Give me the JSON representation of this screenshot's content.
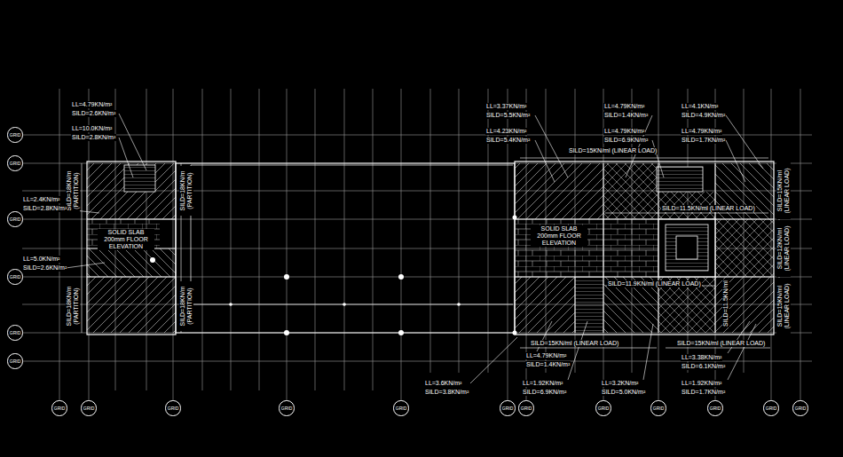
{
  "diagram": {
    "nodes": [
      {
        "text": [
          "GRID"
        ]
      },
      {
        "text": [
          "GRID"
        ]
      },
      {
        "text": [
          "GRID"
        ]
      },
      {
        "text": [
          "GRID"
        ]
      },
      {
        "text": [
          "GRID"
        ]
      },
      {
        "text": [
          "GRID"
        ]
      },
      {
        "text": [
          "GRID"
        ]
      },
      {
        "text": [
          "GRID"
        ]
      },
      {
        "text": [
          "GRID"
        ]
      },
      {
        "text": [
          "GRID"
        ]
      },
      {
        "text": [
          "GRID"
        ]
      },
      {
        "text": [
          "GRID"
        ]
      },
      {
        "text": [
          "GRID"
        ]
      },
      {
        "text": [
          "GRID"
        ]
      },
      {
        "text": [
          "GRID"
        ]
      },
      {
        "text": [
          "GRID"
        ]
      },
      {
        "text": [
          "GRID"
        ]
      },
      {
        "text": [
          "GRID"
        ]
      }
    ],
    "labels": [
      "LL=4.79KN/m²",
      "SILD=2.6KN/m²",
      "LL=10.0KN/m²",
      "SILD=2.8KN/m²",
      "LL=3.37KN/m²",
      "SILD=5.5KN/m²",
      "LL=4.79KN/m²",
      "SILD=1.4KN/m²",
      "LL=4.1KN/m²",
      "SILD=4.9KN/m²",
      "LL=4.23KN/m²",
      "SILD=5.4KN/m²",
      "LL=4.79KN/m²",
      "SILD=6.9KN/m²",
      "LL=4.79KN/m²",
      "SILD=1.7KN/m²",
      "SILD=15KN/ml (LINEAR LOAD)",
      "SILD=18KN/m (PARTITION)",
      "SILD=18KN/m (PARTITION)",
      "LL=2.4KN/m²",
      "SILD=2.8KN/m²",
      "SILD=11.5KN/ml (LINEAR LOAD)",
      "SILD=15KN/ml (LINEAR LOAD)",
      "SOLID SLAB 200mm FLOOR ELEVATION",
      "SOLID SLAB 200mm FLOOR ELEVATION",
      "SILD=12KN/ml (LINEAR LOAD)",
      "LL=5.0KN/m²",
      "SILD=2.6KN/m²",
      "SILD=11.9KN/ml (LINEAR LOAD)",
      "SILD=18KN/m (PARTITION)",
      "SILD=18KN/m (PARTITION)",
      "SILD=11.5KN/ml",
      "SILD=15KN/ml (LINEAR LOAD)",
      "SILD=15KN/ml (LINEAR LOAD)",
      "SILD=15KN/ml (LINEAR LOAD)",
      "LL=4.79KN/m²",
      "SILD=1.4KN/m²",
      "LL=3.38KN/m²",
      "SILD=6.1KN/m²",
      "LL=3.6KN/m²",
      "SILD=3.8KN/m²",
      "LL=1.92KN/m²",
      "SILD=6.9KN/m²",
      "LL=3.2KN/m²",
      "SILD=5.0KN/m²",
      "LL=1.92KN/m²",
      "SILD=1.7KN/m²"
    ]
  }
}
